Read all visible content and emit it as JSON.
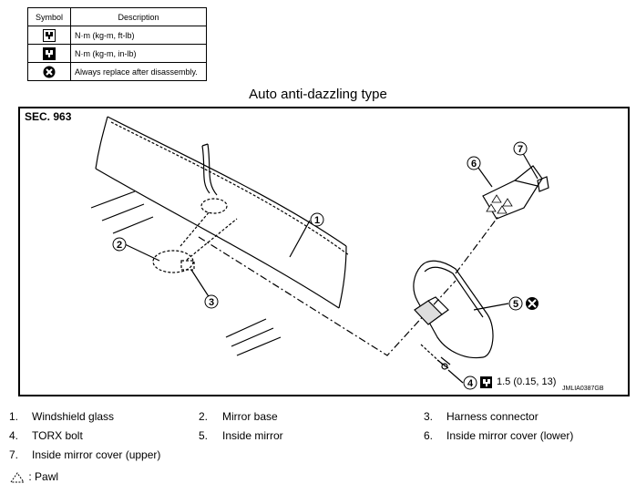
{
  "legend": {
    "header": {
      "symbol": "Symbol",
      "description": "Description"
    },
    "rows": [
      {
        "icon": "torque-wrench-ftlb-icon",
        "text": "N·m (kg-m, ft-lb)"
      },
      {
        "icon": "torque-wrench-inlb-icon",
        "text": "N·m (kg-m, in-lb)"
      },
      {
        "icon": "replace-x-icon",
        "text": "Always replace after disassembly."
      }
    ]
  },
  "title": "Auto anti-dazzling type",
  "section": "SEC. 963",
  "callouts": [
    "1",
    "2",
    "3",
    "4",
    "5",
    "6",
    "7"
  ],
  "torque": "1.5 (0.15, 13)",
  "figure_code": "JMLIA0387GB",
  "parts": [
    {
      "num": "1.",
      "name": "Windshield glass"
    },
    {
      "num": "2.",
      "name": "Mirror base"
    },
    {
      "num": "3.",
      "name": "Harness connector"
    },
    {
      "num": "4.",
      "name": "TORX bolt"
    },
    {
      "num": "5.",
      "name": "Inside mirror"
    },
    {
      "num": "6.",
      "name": "Inside mirror cover (lower)"
    },
    {
      "num": "7.",
      "name": "Inside mirror cover (upper)"
    }
  ],
  "pawl_label": ": Pawl"
}
